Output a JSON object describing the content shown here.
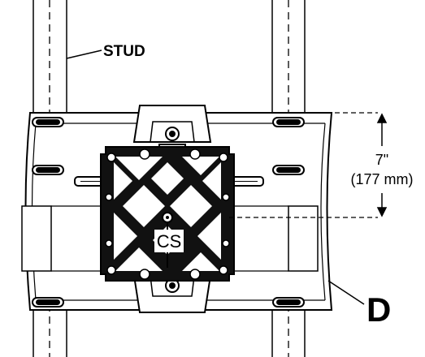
{
  "diagram": {
    "labels": {
      "stud": "STUD",
      "dimension_imperial": "7\"",
      "dimension_metric": "(177 mm)",
      "center_marker": "CS",
      "part_letter": "D"
    },
    "colors": {
      "line": "#000000",
      "background": "#ffffff"
    }
  }
}
